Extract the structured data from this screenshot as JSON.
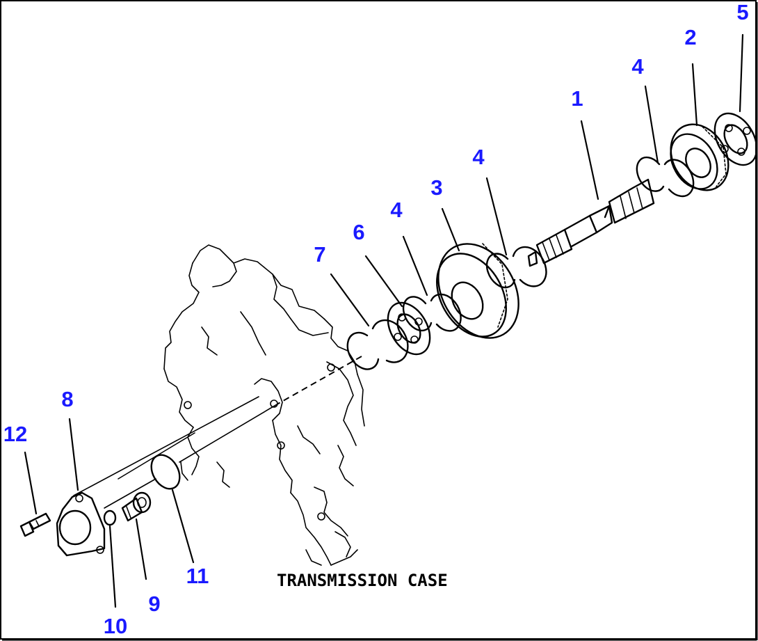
{
  "diagram": {
    "caption": "TRANSMISSION CASE",
    "label_color": "#1a1aff",
    "frame_color": "#000000",
    "callouts": [
      {
        "id": "c1",
        "text": "1"
      },
      {
        "id": "c2",
        "text": "2"
      },
      {
        "id": "c3",
        "text": "3"
      },
      {
        "id": "c4a",
        "text": "4"
      },
      {
        "id": "c4b",
        "text": "4"
      },
      {
        "id": "c4c",
        "text": "4"
      },
      {
        "id": "c5",
        "text": "5"
      },
      {
        "id": "c6",
        "text": "6"
      },
      {
        "id": "c7",
        "text": "7"
      },
      {
        "id": "c8",
        "text": "8"
      },
      {
        "id": "c9",
        "text": "9"
      },
      {
        "id": "c10",
        "text": "10"
      },
      {
        "id": "c11",
        "text": "11"
      },
      {
        "id": "c12",
        "text": "12"
      }
    ]
  }
}
